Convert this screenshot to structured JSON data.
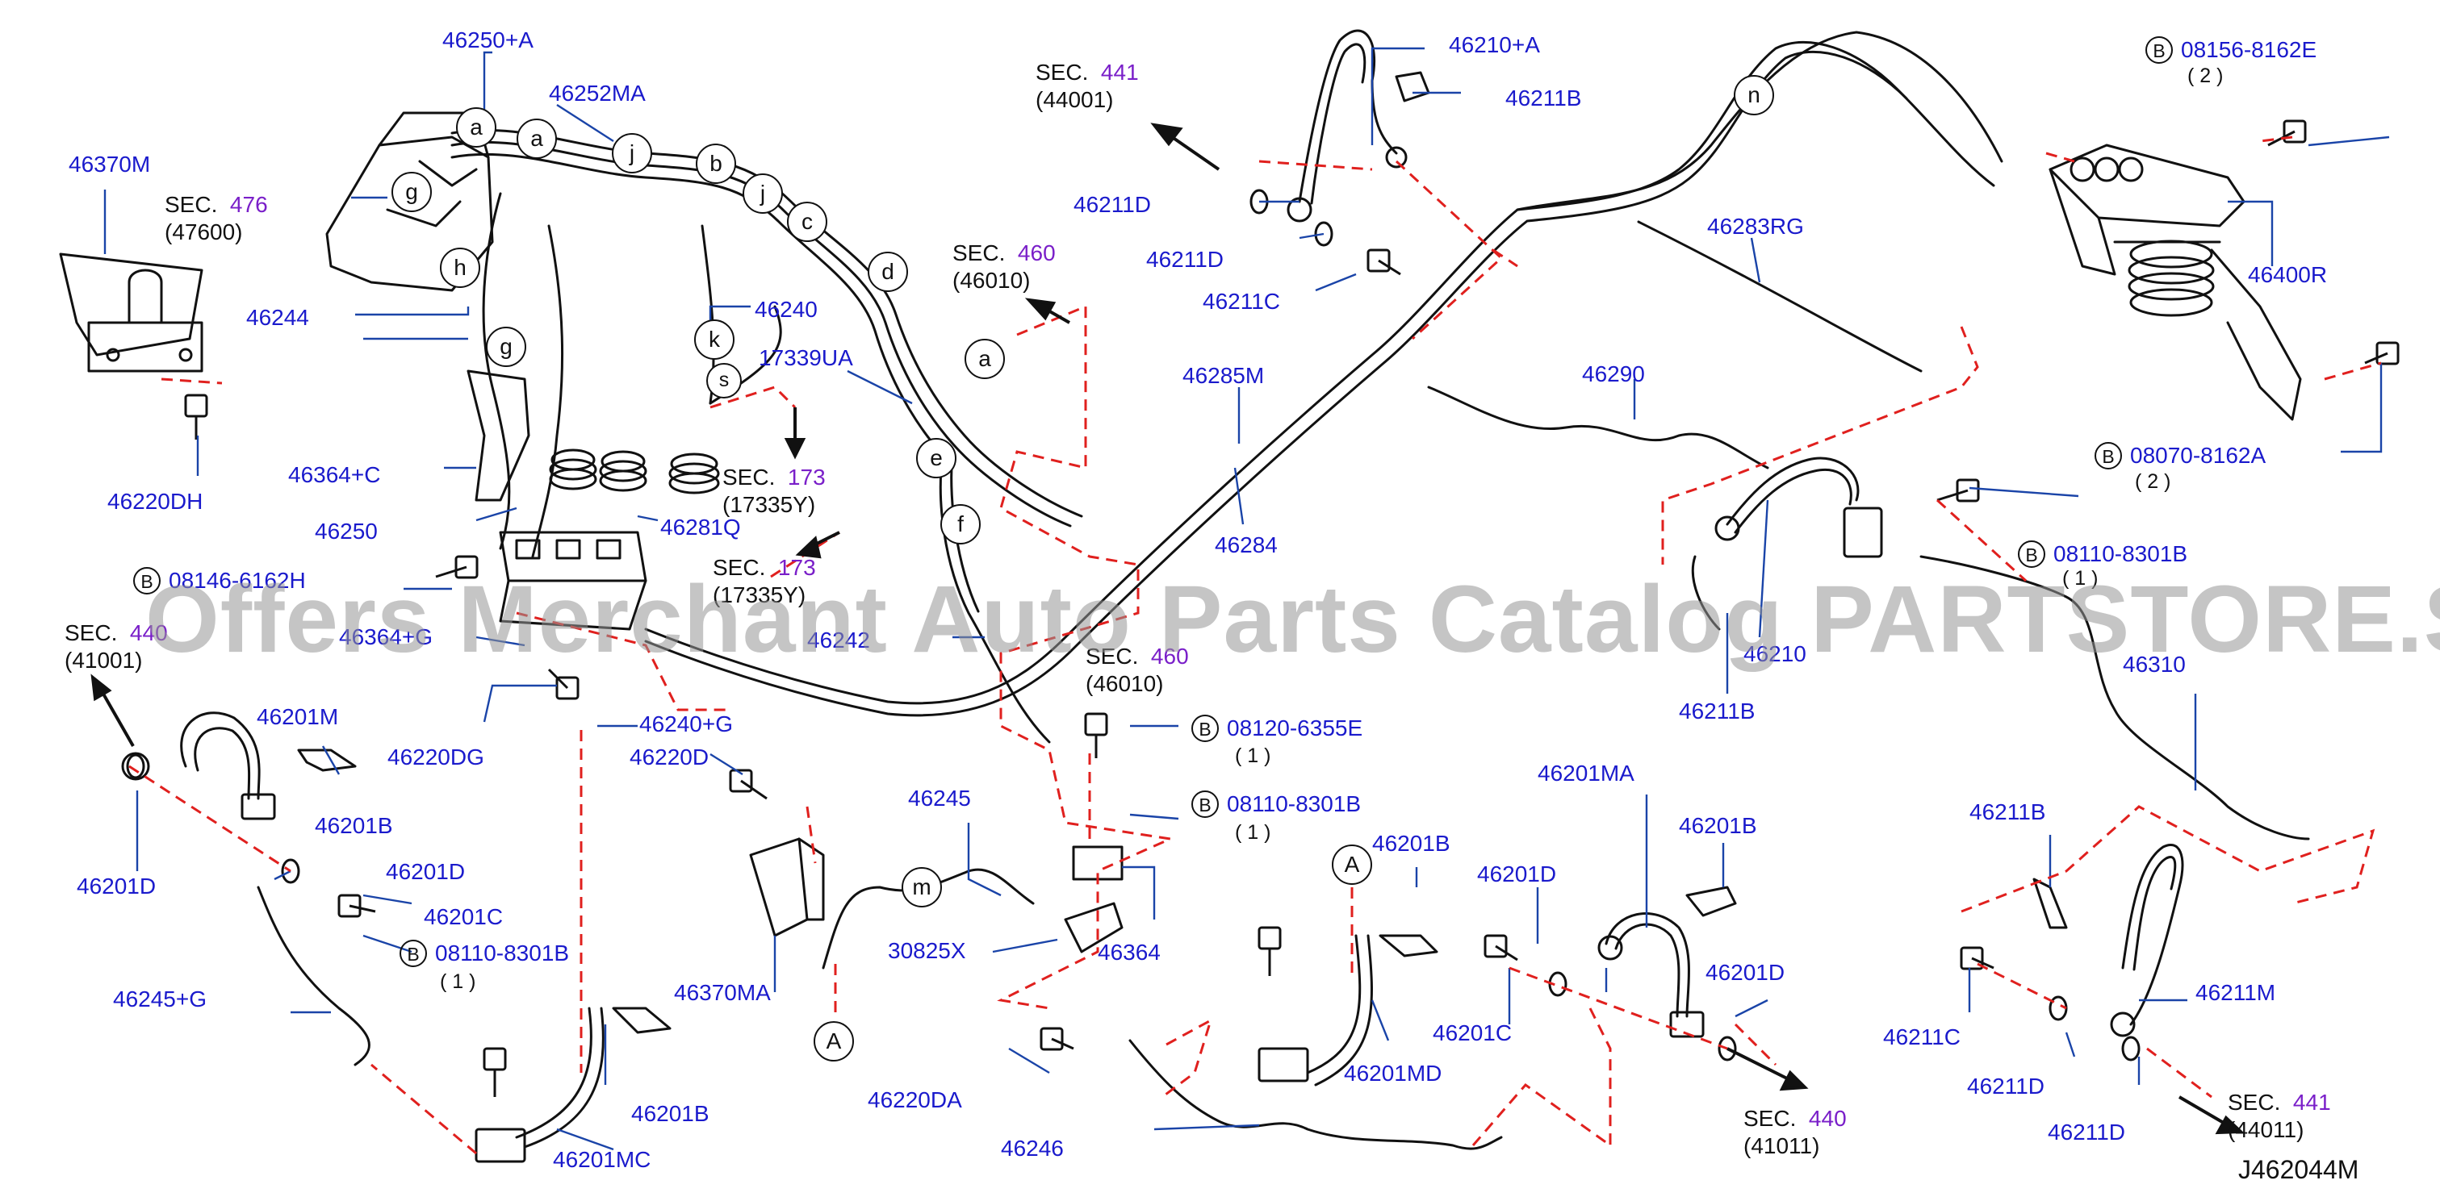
{
  "diagram": {
    "id": "J462044M",
    "watermark": "Offers Merchant Auto Parts Catalog PARTSTORE.SA"
  },
  "parts": [
    {
      "id": "p1",
      "label": "46250+A"
    },
    {
      "id": "p2",
      "label": "46252MA"
    },
    {
      "id": "p3",
      "label": "46370M"
    },
    {
      "id": "p4",
      "label": "46244"
    },
    {
      "id": "p5",
      "label": "46220DH"
    },
    {
      "id": "p6",
      "label": "46364+C"
    },
    {
      "id": "p7",
      "label": "46250"
    },
    {
      "id": "p8",
      "label": "46281Q"
    },
    {
      "id": "p9",
      "label": "46240"
    },
    {
      "id": "p10",
      "label": "17339UA"
    },
    {
      "id": "p11",
      "label": "46364+G"
    },
    {
      "id": "p12",
      "label": "46242"
    },
    {
      "id": "p13",
      "label": "46220DG"
    },
    {
      "id": "p14",
      "label": "46240+G"
    },
    {
      "id": "p15",
      "label": "46220D"
    },
    {
      "id": "p16",
      "label": "46201M"
    },
    {
      "id": "p17",
      "label": "46201B"
    },
    {
      "id": "p18",
      "label": "46201D"
    },
    {
      "id": "p19",
      "label": "46201D"
    },
    {
      "id": "p20",
      "label": "46201C"
    },
    {
      "id": "p21",
      "label": "46245+G"
    },
    {
      "id": "p22",
      "label": "46201B"
    },
    {
      "id": "p23",
      "label": "46201MC"
    },
    {
      "id": "p24",
      "label": "46370MA"
    },
    {
      "id": "p25",
      "label": "46245"
    },
    {
      "id": "p26",
      "label": "30825X"
    },
    {
      "id": "p27",
      "label": "46364"
    },
    {
      "id": "p28",
      "label": "46220DA"
    },
    {
      "id": "p29",
      "label": "46246"
    },
    {
      "id": "p30",
      "label": "46201B"
    },
    {
      "id": "p31",
      "label": "46201MD"
    },
    {
      "id": "p32",
      "label": "46201MA"
    },
    {
      "id": "p33",
      "label": "46201B"
    },
    {
      "id": "p34",
      "label": "46201D"
    },
    {
      "id": "p35",
      "label": "46201C"
    },
    {
      "id": "p36",
      "label": "46201D"
    },
    {
      "id": "p37",
      "label": "46210+A"
    },
    {
      "id": "p38",
      "label": "46211B"
    },
    {
      "id": "p39",
      "label": "46211D"
    },
    {
      "id": "p40",
      "label": "46211D"
    },
    {
      "id": "p41",
      "label": "46211C"
    },
    {
      "id": "p42",
      "label": "46285M"
    },
    {
      "id": "p43",
      "label": "46284"
    },
    {
      "id": "p44",
      "label": "46283RG"
    },
    {
      "id": "p45",
      "label": "46290"
    },
    {
      "id": "p46",
      "label": "46210"
    },
    {
      "id": "p47",
      "label": "46211B"
    },
    {
      "id": "p48",
      "label": "46310"
    },
    {
      "id": "p49",
      "label": "46400R"
    },
    {
      "id": "p50",
      "label": "46211B"
    },
    {
      "id": "p51",
      "label": "46211M"
    },
    {
      "id": "p52",
      "label": "46211C"
    },
    {
      "id": "p53",
      "label": "46211D"
    },
    {
      "id": "p54",
      "label": "46211D"
    }
  ],
  "bolt_codes": [
    {
      "id": "b1",
      "badge": "B",
      "code": "08146-6162H",
      "qty": ""
    },
    {
      "id": "b2",
      "badge": "B",
      "code": "08110-8301B",
      "qty": "( 1 )"
    },
    {
      "id": "b3",
      "badge": "B",
      "code": "08120-6355E",
      "qty": "( 1 )"
    },
    {
      "id": "b4",
      "badge": "B",
      "code": "08110-8301B",
      "qty": "( 1 )"
    },
    {
      "id": "b5",
      "badge": "B",
      "code": "08156-8162E",
      "qty": "( 2 )"
    },
    {
      "id": "b6",
      "badge": "B",
      "code": "08070-8162A",
      "qty": "( 2 )"
    },
    {
      "id": "b7",
      "badge": "B",
      "code": "08110-8301B",
      "qty": "( 1 )"
    }
  ],
  "sections": [
    {
      "id": "s1",
      "prefix": "SEC.",
      "num": "476",
      "ref": "(47600)"
    },
    {
      "id": "s2",
      "prefix": "SEC.",
      "num": "173",
      "ref": "(17335Y)"
    },
    {
      "id": "s3",
      "prefix": "SEC.",
      "num": "173",
      "ref": "(17335Y)"
    },
    {
      "id": "s4",
      "prefix": "SEC.",
      "num": "460",
      "ref": "(46010)"
    },
    {
      "id": "s5",
      "prefix": "SEC.",
      "num": "460",
      "ref": "(46010)"
    },
    {
      "id": "s6",
      "prefix": "SEC.",
      "num": "441",
      "ref": "(44001)"
    },
    {
      "id": "s7",
      "prefix": "SEC.",
      "num": "440",
      "ref": "(41001)"
    },
    {
      "id": "s8",
      "prefix": "SEC.",
      "num": "440",
      "ref": "(41011)"
    },
    {
      "id": "s9",
      "prefix": "SEC.",
      "num": "441",
      "ref": "(44011)"
    }
  ],
  "clip_bubbles": [
    {
      "id": "c1",
      "letter": "a"
    },
    {
      "id": "c2",
      "letter": "a"
    },
    {
      "id": "c3",
      "letter": "j"
    },
    {
      "id": "c4",
      "letter": "b"
    },
    {
      "id": "c5",
      "letter": "j"
    },
    {
      "id": "c6",
      "letter": "c"
    },
    {
      "id": "c7",
      "letter": "d"
    },
    {
      "id": "c8",
      "letter": "a"
    },
    {
      "id": "c9",
      "letter": "g"
    },
    {
      "id": "c10",
      "letter": "h"
    },
    {
      "id": "c11",
      "letter": "g"
    },
    {
      "id": "c12",
      "letter": "k"
    },
    {
      "id": "c13",
      "letter": "s"
    },
    {
      "id": "c14",
      "letter": "e"
    },
    {
      "id": "c15",
      "letter": "f"
    },
    {
      "id": "c16",
      "letter": "m"
    },
    {
      "id": "c17",
      "letter": "A"
    },
    {
      "id": "c18",
      "letter": "A"
    },
    {
      "id": "c19",
      "letter": "n"
    }
  ]
}
